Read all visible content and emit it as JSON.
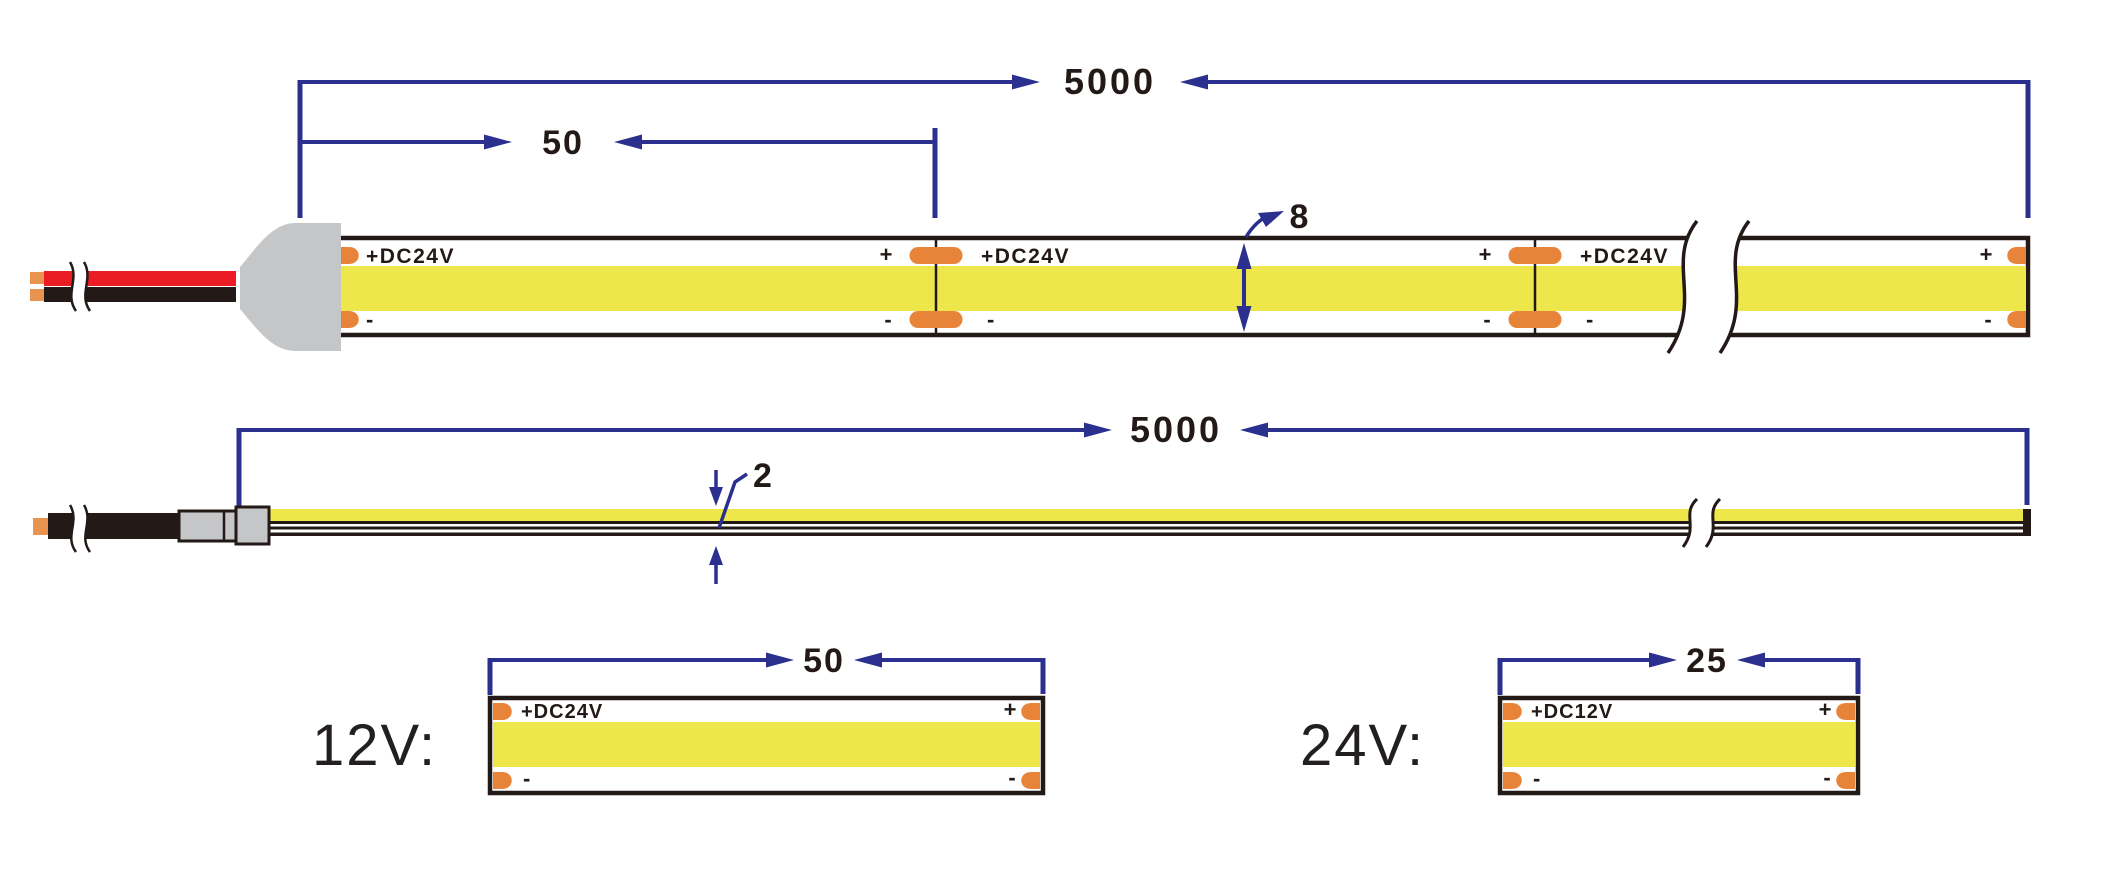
{
  "top_view": {
    "total_length": "5000",
    "cut_interval": "50",
    "strip_width": "8",
    "voltage_label": "+DC24V",
    "plus": "+",
    "minus": "-"
  },
  "side_view": {
    "total_length": "5000",
    "thickness": "2"
  },
  "cut_details": {
    "v12": {
      "label": "12V:",
      "cut_length": "50",
      "voltage_label": "+DC24V",
      "plus": "+",
      "minus": "-"
    },
    "v24": {
      "label": "24V:",
      "cut_length": "25",
      "voltage_label": "+DC12V",
      "plus": "+",
      "minus": "-"
    }
  },
  "colors": {
    "dimension_blue": "#2B2F8E",
    "cob_yellow": "#EDE74C",
    "pad_orange": "#E8833A",
    "wire_red": "#EC1C24",
    "wire_copper": "#E8934E",
    "ink_black": "#231916",
    "connector_gray": "#C5C6C8"
  }
}
